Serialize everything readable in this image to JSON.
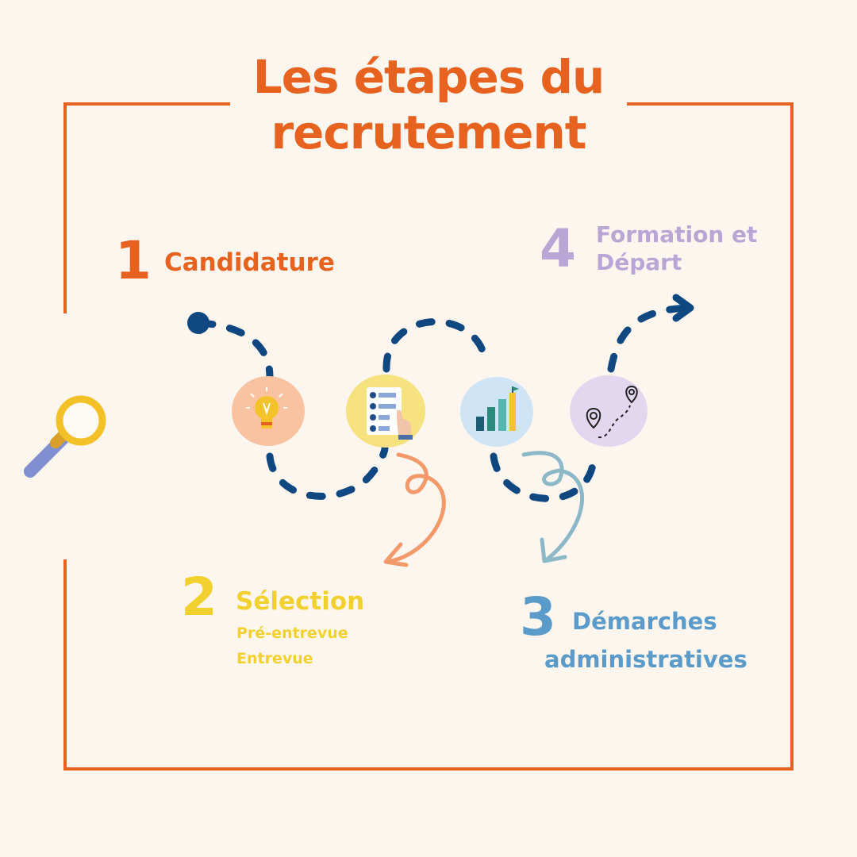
{
  "title": {
    "line1": "Les étapes du",
    "line2": "recrutement"
  },
  "steps": [
    {
      "number": "1",
      "label": "Candidature",
      "color": "#e8621f"
    },
    {
      "number": "2",
      "label": "Sélection",
      "sub1": "Pré-entrevue",
      "sub2": "Entrevue",
      "color": "#f2d12e"
    },
    {
      "number": "3",
      "label1": "Démarches",
      "label2": "administratives",
      "color": "#5b9bc9"
    },
    {
      "number": "4",
      "label1": "Formation et",
      "label2": "Départ",
      "color": "#b9a6d4"
    }
  ],
  "icons": [
    "lightbulb-icon",
    "checklist-icon",
    "bar-chart-icon",
    "map-pins-icon"
  ],
  "colors": {
    "frame": "#e8621f",
    "path": "#0f4780",
    "background": "#fdf6ef"
  }
}
